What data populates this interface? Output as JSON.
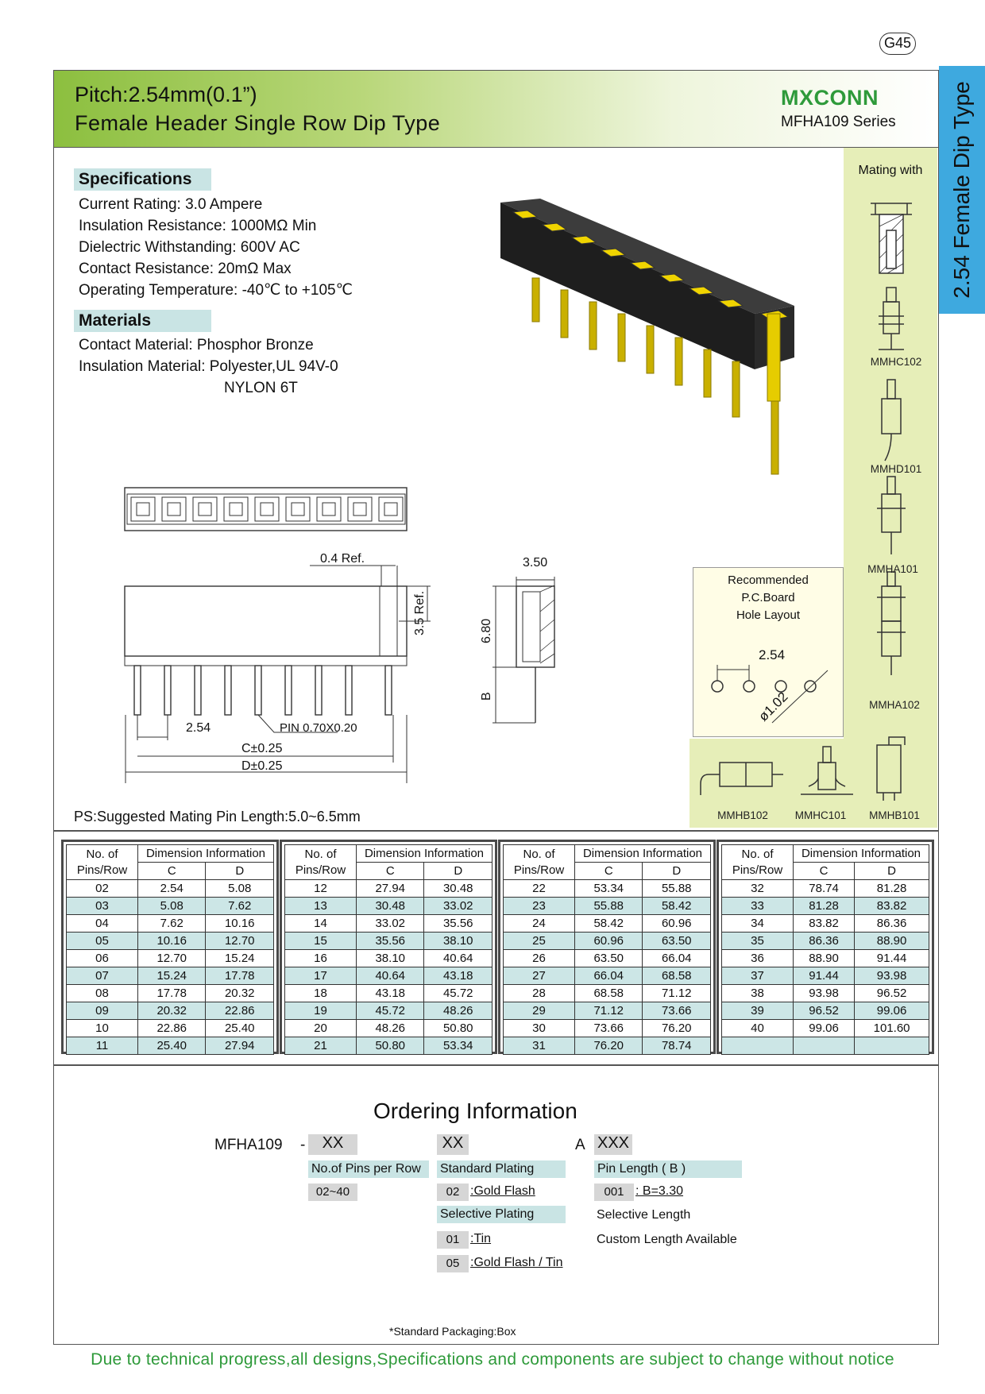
{
  "page_number": "G45",
  "header": {
    "title_line1": "Pitch:2.54mm(0.1”)",
    "title_line2": "Female Header Single Row Dip Type",
    "brand": "MXCONN",
    "series": "MFHA109 Series"
  },
  "side_tab": "2.54 Female Dip Type",
  "specifications": {
    "heading": "Specifications",
    "lines": [
      "Current Rating: 3.0 Ampere",
      "Insulation Resistance: 1000MΩ Min",
      "Dielectric Withstanding: 600V AC",
      "Contact  Resistance: 20mΩ Max",
      "Operating Temperature: -40℃ to +105℃"
    ]
  },
  "materials": {
    "heading": "Materials",
    "lines": [
      "Contact Material: Phosphor Bronze",
      "Insulation Material: Polyester,UL 94V-0",
      "NYLON 6T"
    ]
  },
  "mating": {
    "title": "Mating with",
    "items": [
      "MMHC102",
      "MMHD101",
      "MMHA101",
      "MMHA102",
      "MMHB102",
      "MMHC101",
      "MMHB101"
    ]
  },
  "pcb_layout": {
    "title_lines": [
      "Recommended",
      "P.C.Board",
      "Hole  Layout"
    ],
    "pitch": "2.54",
    "hole": "ø1.02"
  },
  "drawing_labels": {
    "ref_04": "0.4  Ref.",
    "ref_35": "3.5  Ref.",
    "pitch": "2.54",
    "pin": "PIN  0.70X0.20",
    "c_dim": "C±0.25",
    "d_dim": "D±0.25",
    "w_350": "3.50",
    "h_680": "6.80",
    "b": "B"
  },
  "ps_note": "PS:Suggested Mating Pin Length:5.0~6.5mm",
  "table_headers": {
    "pins": [
      "No. of",
      "Pins/Row"
    ],
    "dim": "Dimension Information",
    "c": "C",
    "d": "D"
  },
  "dimension_tables": [
    [
      [
        "02",
        "2.54",
        "5.08"
      ],
      [
        "03",
        "5.08",
        "7.62"
      ],
      [
        "04",
        "7.62",
        "10.16"
      ],
      [
        "05",
        "10.16",
        "12.70"
      ],
      [
        "06",
        "12.70",
        "15.24"
      ],
      [
        "07",
        "15.24",
        "17.78"
      ],
      [
        "08",
        "17.78",
        "20.32"
      ],
      [
        "09",
        "20.32",
        "22.86"
      ],
      [
        "10",
        "22.86",
        "25.40"
      ],
      [
        "11",
        "25.40",
        "27.94"
      ]
    ],
    [
      [
        "12",
        "27.94",
        "30.48"
      ],
      [
        "13",
        "30.48",
        "33.02"
      ],
      [
        "14",
        "33.02",
        "35.56"
      ],
      [
        "15",
        "35.56",
        "38.10"
      ],
      [
        "16",
        "38.10",
        "40.64"
      ],
      [
        "17",
        "40.64",
        "43.18"
      ],
      [
        "18",
        "43.18",
        "45.72"
      ],
      [
        "19",
        "45.72",
        "48.26"
      ],
      [
        "20",
        "48.26",
        "50.80"
      ],
      [
        "21",
        "50.80",
        "53.34"
      ]
    ],
    [
      [
        "22",
        "53.34",
        "55.88"
      ],
      [
        "23",
        "55.88",
        "58.42"
      ],
      [
        "24",
        "58.42",
        "60.96"
      ],
      [
        "25",
        "60.96",
        "63.50"
      ],
      [
        "26",
        "63.50",
        "66.04"
      ],
      [
        "27",
        "66.04",
        "68.58"
      ],
      [
        "28",
        "68.58",
        "71.12"
      ],
      [
        "29",
        "71.12",
        "73.66"
      ],
      [
        "30",
        "73.66",
        "76.20"
      ],
      [
        "31",
        "76.20",
        "78.74"
      ]
    ],
    [
      [
        "32",
        "78.74",
        "81.28"
      ],
      [
        "33",
        "81.28",
        "83.82"
      ],
      [
        "34",
        "83.82",
        "86.36"
      ],
      [
        "35",
        "86.36",
        "88.90"
      ],
      [
        "36",
        "88.90",
        "91.44"
      ],
      [
        "37",
        "91.44",
        "93.98"
      ],
      [
        "38",
        "93.98",
        "96.52"
      ],
      [
        "39",
        "96.52",
        "99.06"
      ],
      [
        "40",
        "99.06",
        "101.60"
      ],
      [
        "",
        "",
        ""
      ]
    ]
  ],
  "ordering": {
    "title": "Ordering Information",
    "part": "MFHA109",
    "dash": "-",
    "xx1": "XX",
    "xx2": "XX",
    "a": "A",
    "xxx": "XXX",
    "pins_label": "No.of Pins per Row",
    "pins_value": "02~40",
    "std_plating": "Standard Plating",
    "std_code": "02",
    "std_desc": ":Gold Flash",
    "sel_plating": "Selective Plating",
    "sel_code1": "01",
    "sel_desc1": ":Tin",
    "sel_code2": "05",
    "sel_desc2": ":Gold Flash / Tin",
    "pin_length": "Pin Length ( B )",
    "len_code": "001",
    "len_desc": ": B=3.30",
    "sel_length": "Selective Length",
    "custom": "Custom Length Available"
  },
  "packaging": "*Standard Packaging:Box",
  "footer": "Due to technical progress,all designs,Specifications and components are subject to change without notice"
}
